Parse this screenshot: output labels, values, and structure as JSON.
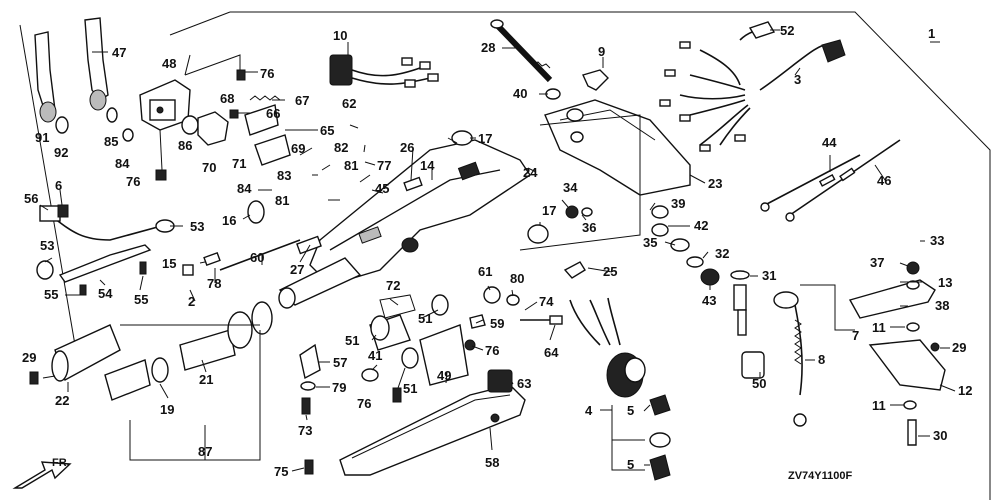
{
  "diagram": {
    "drawing_code": "ZV74Y1100F",
    "direction_label": "FR.",
    "callouts": [
      "1",
      "2",
      "3",
      "4",
      "5",
      "5",
      "6",
      "7",
      "8",
      "9",
      "10",
      "11",
      "11",
      "12",
      "13",
      "14",
      "15",
      "16",
      "17",
      "17",
      "19",
      "21",
      "22",
      "23",
      "24",
      "25",
      "26",
      "27",
      "28",
      "29",
      "29",
      "30",
      "31",
      "32",
      "33",
      "34",
      "35",
      "36",
      "37",
      "38",
      "39",
      "40",
      "41",
      "42",
      "43",
      "44",
      "45",
      "46",
      "47",
      "48",
      "49",
      "50",
      "51",
      "51",
      "51",
      "52",
      "53",
      "53",
      "54",
      "55",
      "55",
      "56",
      "57",
      "58",
      "59",
      "60",
      "61",
      "62",
      "63",
      "64",
      "65",
      "66",
      "67",
      "68",
      "69",
      "70",
      "71",
      "72",
      "73",
      "74",
      "75",
      "76",
      "76",
      "76",
      "76",
      "77",
      "78",
      "79",
      "80",
      "81",
      "81",
      "82",
      "83",
      "84",
      "84",
      "85",
      "86",
      "87",
      "91",
      "92"
    ]
  }
}
